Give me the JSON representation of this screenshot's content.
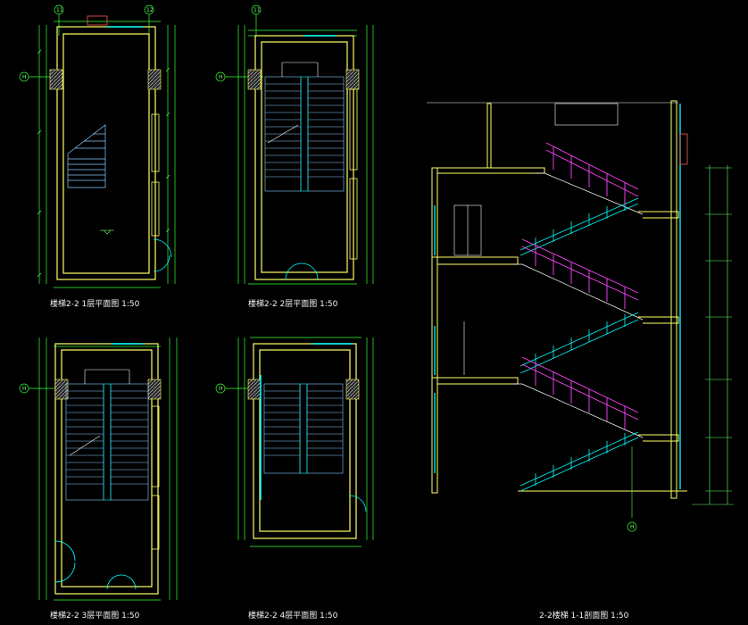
{
  "drawings": [
    {
      "id": "plan-1",
      "title": "楼梯2-2 1层平面图 1:50"
    },
    {
      "id": "plan-2",
      "title": "楼梯2-2 2层平面图 1:50"
    },
    {
      "id": "plan-3",
      "title": "楼梯2-2 3层平面图 1:50"
    },
    {
      "id": "plan-4",
      "title": "楼梯2-2 4层平面图 1:50"
    },
    {
      "id": "section",
      "title": "2-2楼梯 1-1剖面图 1:50"
    }
  ],
  "grid_axes": {
    "top_left": "11",
    "top_right": "12",
    "side": "H",
    "section_bottom": "H"
  },
  "colors": {
    "background": "#000000",
    "wall": "#ffff66",
    "axis": "#33ff33",
    "stair": "#88ccff",
    "railing": "#ff44ff",
    "glass": "#00ffff",
    "dimension": "#66ff66",
    "text": "#ffffff",
    "hatch": "#888888"
  }
}
